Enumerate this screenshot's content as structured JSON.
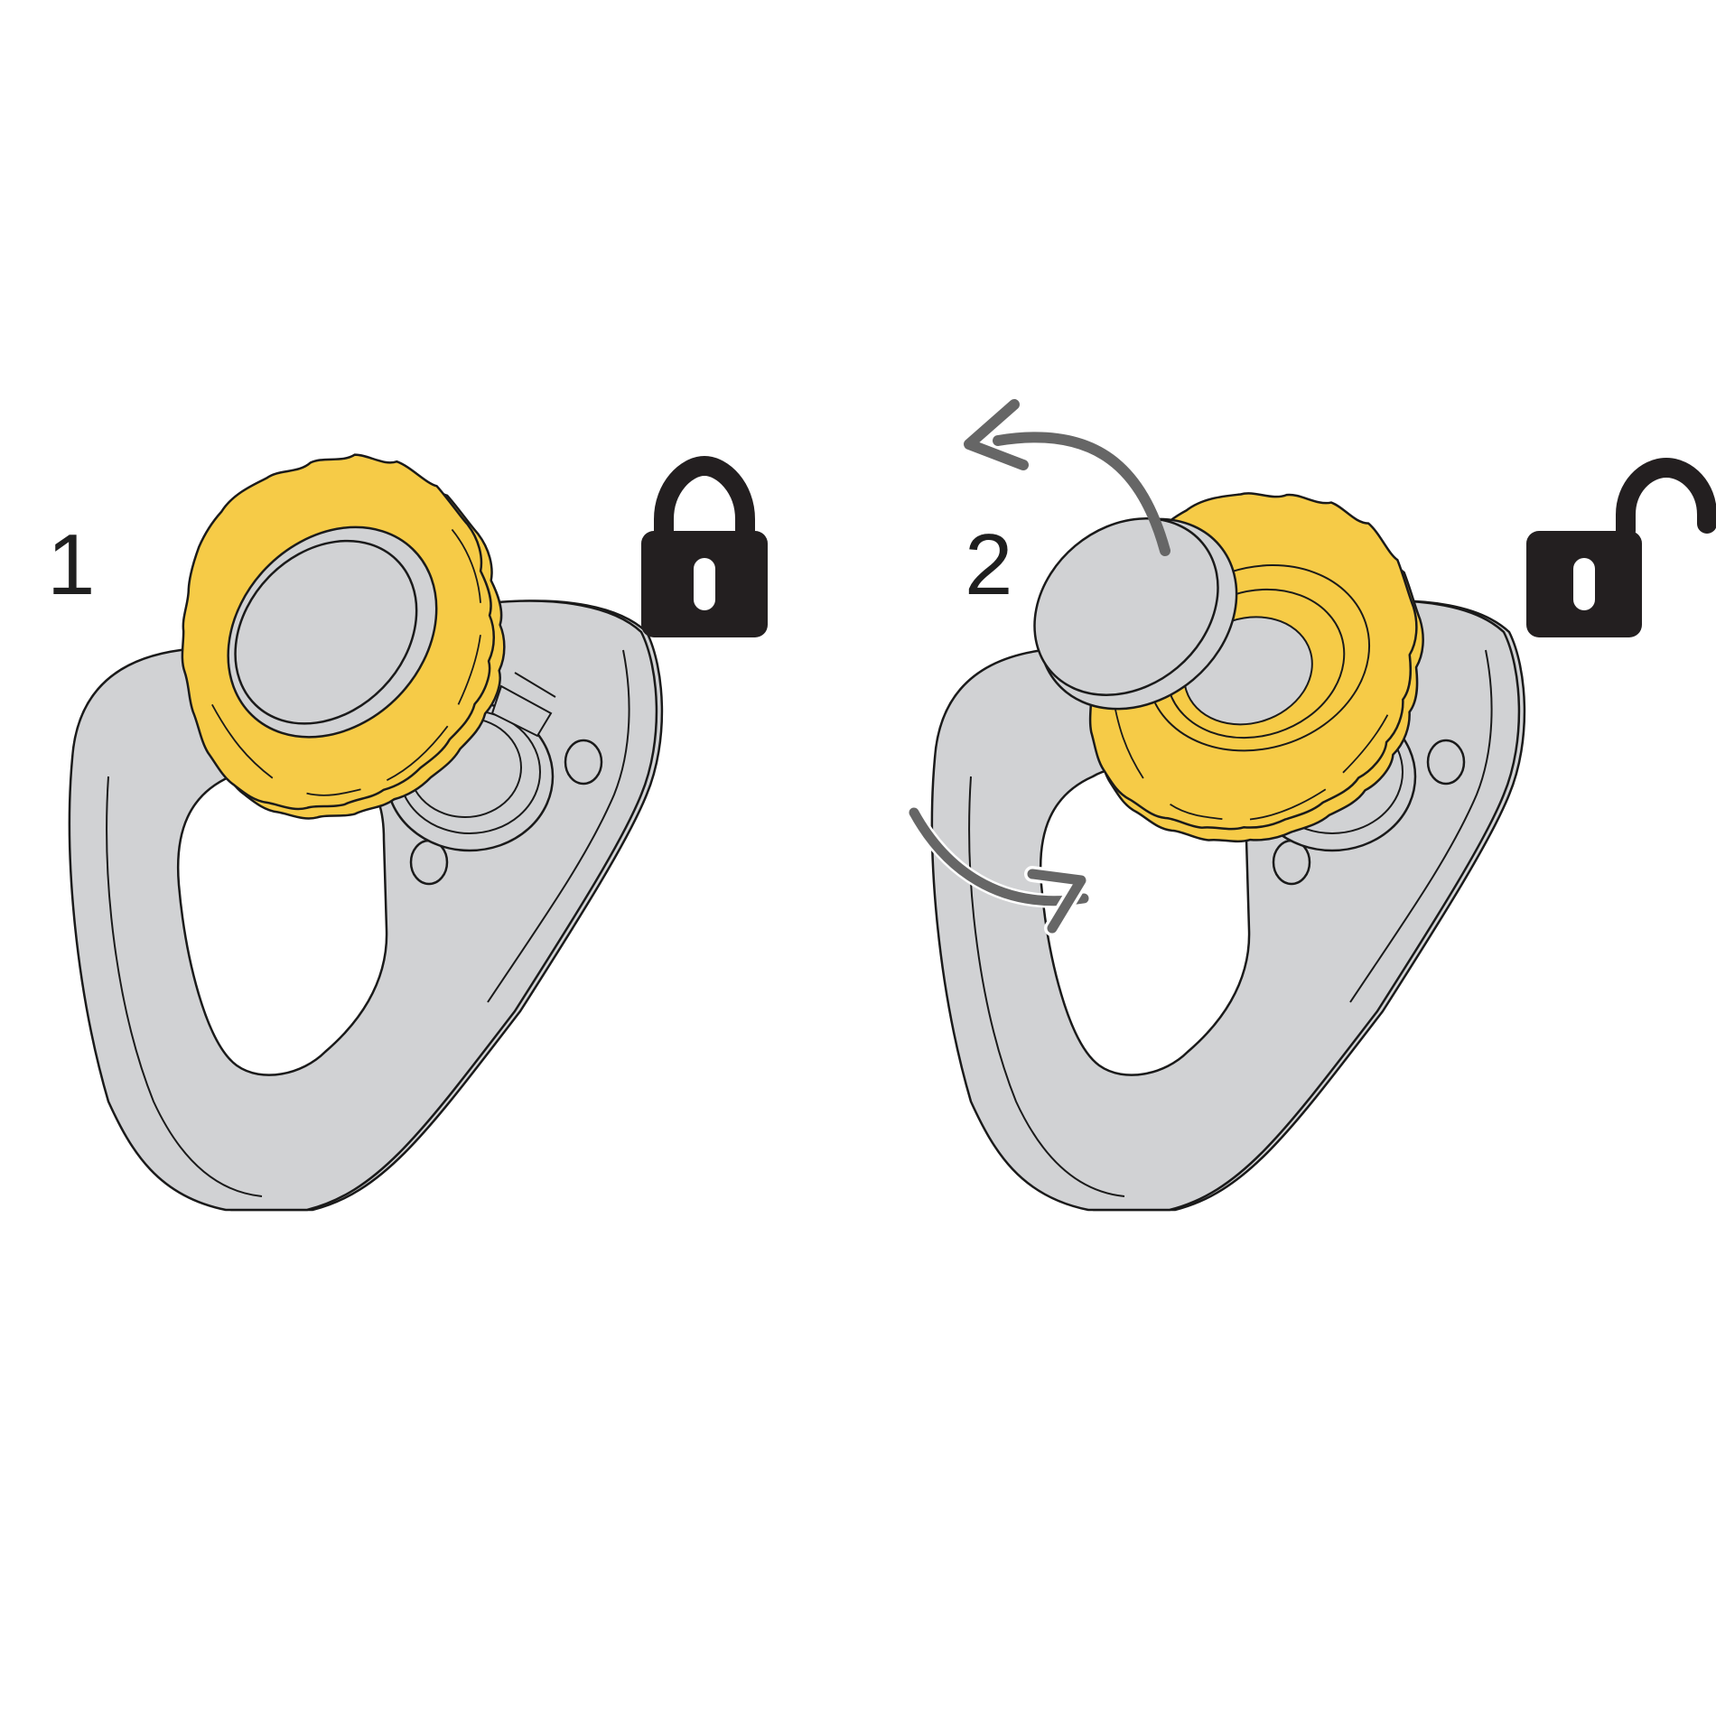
{
  "steps": [
    {
      "number": "1",
      "state": "locked",
      "icon": "lock-closed-icon"
    },
    {
      "number": "2",
      "state": "unlocked",
      "icon": "lock-open-icon",
      "rotation": "counter-clockwise"
    }
  ],
  "colors": {
    "plate": "#d1d2d4",
    "knob": "#f6cb47",
    "cap": "#d1d2d4",
    "outline": "#1a1a1a",
    "arrow": "#666666",
    "lock": "#231f20",
    "background": "#ffffff"
  }
}
